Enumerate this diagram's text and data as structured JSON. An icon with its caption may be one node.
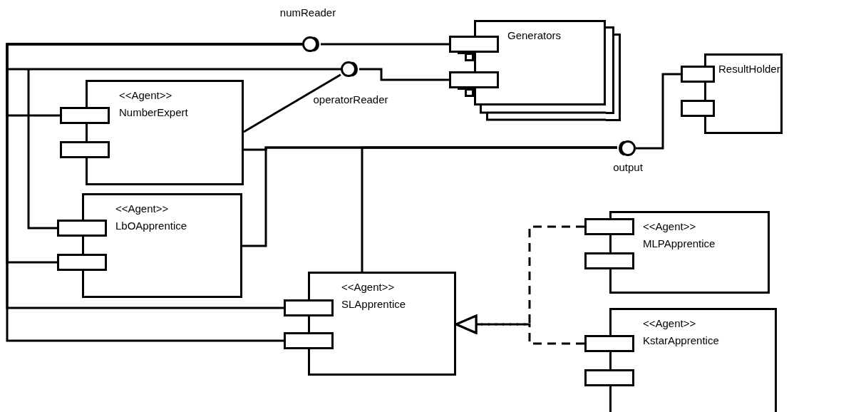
{
  "diagram": {
    "nodes": [
      {
        "text": [
          "Generators"
        ]
      },
      {
        "text": [],
        "shape": "box"
      },
      {
        "text": [],
        "shape": "box"
      },
      {
        "text": [],
        "shape": "circle",
        "beside": [
          "numReader"
        ]
      },
      {
        "text": [],
        "shape": "circle",
        "beside": [
          "operatorReader"
        ]
      },
      {
        "text": [
          "ResultHolder"
        ]
      },
      {
        "text": [],
        "shape": "box"
      },
      {
        "text": [],
        "shape": "box"
      },
      {
        "text": [
          "<<Agent>>",
          "NumberExpert"
        ]
      },
      {
        "text": [],
        "shape": "box"
      },
      {
        "text": [],
        "shape": "box"
      },
      {
        "text": [],
        "shape": "circle",
        "beside": [
          "output"
        ]
      },
      {
        "text": [
          "<<Agent>>",
          "LbOApprentice"
        ]
      },
      {
        "text": [],
        "shape": "box"
      },
      {
        "text": [],
        "shape": "box"
      },
      {
        "text": [
          "<<Agent>>",
          "MLPApprentice"
        ]
      },
      {
        "text": [],
        "shape": "box"
      },
      {
        "text": [],
        "shape": "box"
      },
      {
        "text": [
          "<<Agent>>",
          "SLApprentice"
        ]
      },
      {
        "text": [],
        "shape": "box"
      },
      {
        "text": [],
        "shape": "box"
      },
      {
        "text": [
          "<<Agent>>",
          "KstarApprentice"
        ]
      },
      {
        "text": [],
        "shape": "box"
      },
      {
        "text": [],
        "shape": "box"
      }
    ],
    "edges": [
      {
        "from": 3,
        "to": 1,
        "arrow": "none"
      },
      {
        "from": 4,
        "to": 2,
        "arrow": "none"
      },
      {
        "from": 9,
        "to": 3,
        "arrow": "none"
      },
      {
        "from": 14,
        "to": 3,
        "arrow": "none"
      },
      {
        "from": 19,
        "to": 3,
        "arrow": "none"
      },
      {
        "from": 20,
        "to": 3,
        "arrow": "none"
      },
      {
        "from": 13,
        "to": 4,
        "arrow": "none"
      },
      {
        "from": 8,
        "to": 4,
        "arrow": "none"
      },
      {
        "from": 8,
        "to": 11,
        "arrow": "none"
      },
      {
        "from": 12,
        "to": 11,
        "arrow": "none"
      },
      {
        "from": 18,
        "to": 11,
        "arrow": "none"
      },
      {
        "from": 11,
        "to": 6,
        "arrow": "none"
      },
      {
        "from": 16,
        "to": 18,
        "arrow": "to",
        "style": "dashed"
      },
      {
        "from": 22,
        "to": 18,
        "arrow": "to",
        "style": "dashed"
      }
    ]
  }
}
